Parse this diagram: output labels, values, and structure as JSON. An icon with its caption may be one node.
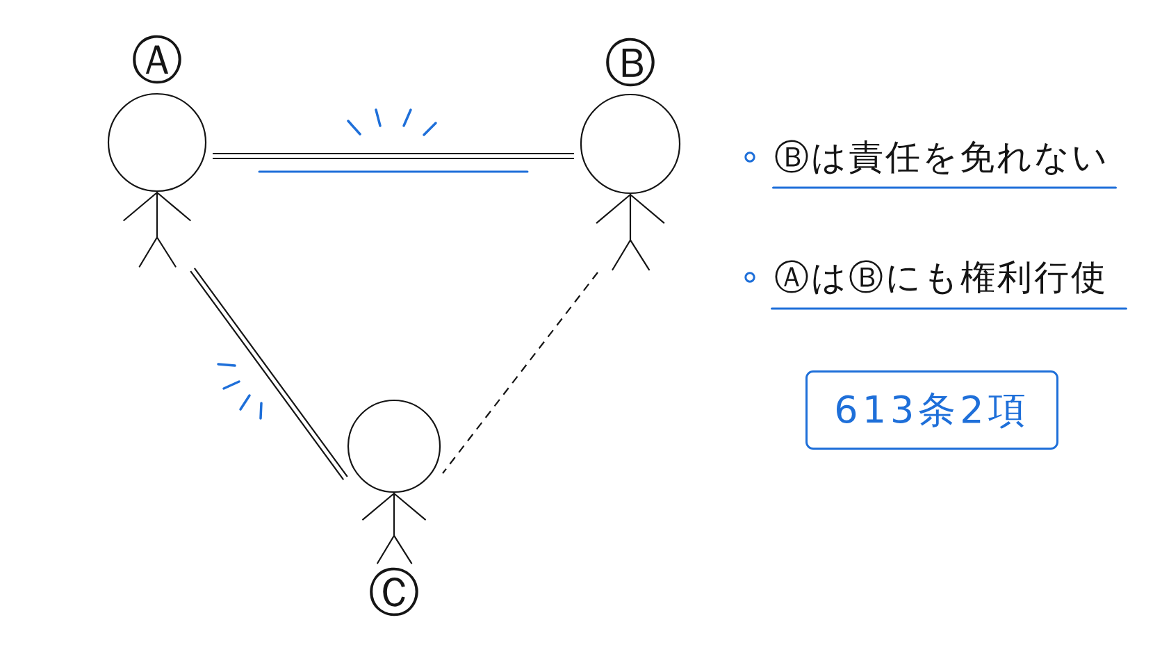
{
  "diagram": {
    "nodes": [
      {
        "text": [
          "Ⓐ"
        ]
      },
      {
        "text": [
          "Ⓑ"
        ]
      },
      {
        "text": [
          "Ⓒ"
        ]
      },
      {
        "text": [
          "613条2項"
        ]
      }
    ],
    "edges": [
      {
        "from": 0,
        "to": 1,
        "arrow": "none"
      },
      {
        "from": 0,
        "to": 2,
        "arrow": "none"
      },
      {
        "from": 1,
        "to": 2,
        "arrow": "none",
        "style": "dashed"
      }
    ],
    "labels": [
      "Ⓑは責任を免れない",
      "ⒶはⒷにも権利行使"
    ]
  }
}
